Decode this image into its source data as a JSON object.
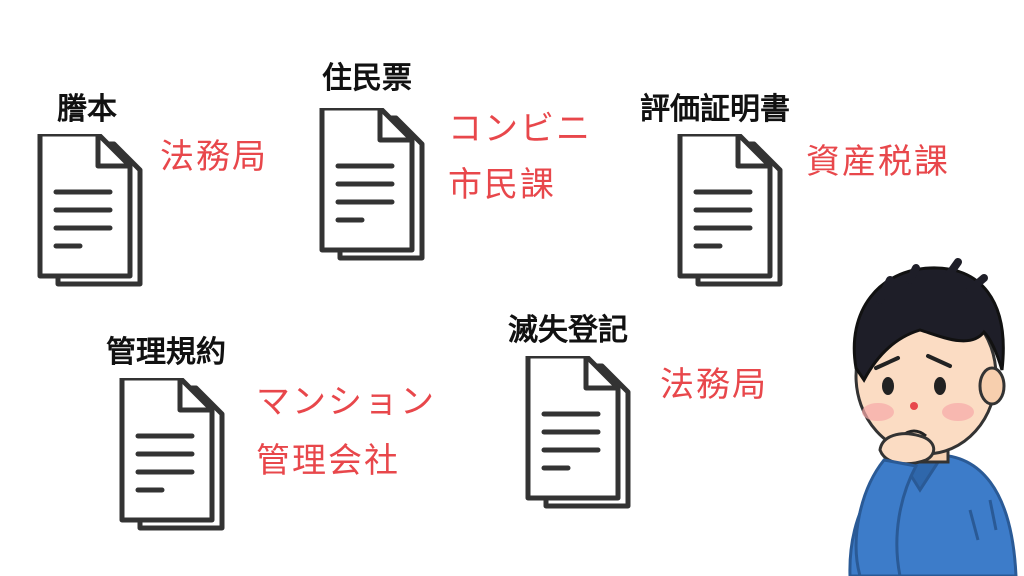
{
  "documents": [
    {
      "title": "謄本",
      "offices": [
        "法務局"
      ]
    },
    {
      "title": "住民票",
      "offices": [
        "コンビニ",
        "市民課"
      ]
    },
    {
      "title": "評価証明書",
      "offices": [
        "資産税課"
      ]
    },
    {
      "title": "管理規約",
      "offices": [
        "マンション",
        "管理会社"
      ]
    },
    {
      "title": "滅失登記",
      "offices": [
        "法務局"
      ]
    }
  ],
  "colors": {
    "office_text": "#e8474b",
    "title_text": "#111111",
    "icon_stroke": "#333333"
  },
  "icons": {
    "document": "document-icon",
    "person": "worried-person-illustration"
  }
}
